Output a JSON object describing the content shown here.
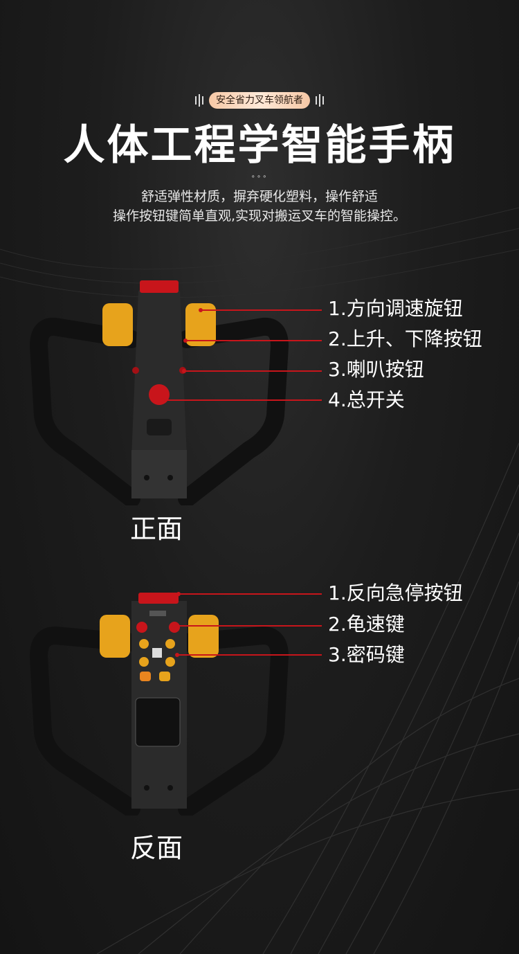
{
  "header": {
    "badge": "安全省力叉车领航者",
    "title": "人体工程学智能手柄",
    "dots": "∘∘∘",
    "subtitle_line1": "舒适弹性材质，摒弃硬化塑料，操作舒适",
    "subtitle_line2": "操作按钮键简单直观,实现对搬运叉车的智能操控。"
  },
  "front": {
    "view_label": "正面",
    "callouts": [
      "1.方向调速旋钮",
      "2.上升、下降按钮",
      "3.喇叭按钮",
      "4.总开关"
    ]
  },
  "back": {
    "view_label": "反面",
    "callouts": [
      "1.反向急停按钮",
      "2.龟速键",
      "3.密码键"
    ]
  },
  "colors": {
    "accent_red": "#c8151b",
    "handle_orange": "#e7a31c",
    "background": "#1d1d1d"
  }
}
